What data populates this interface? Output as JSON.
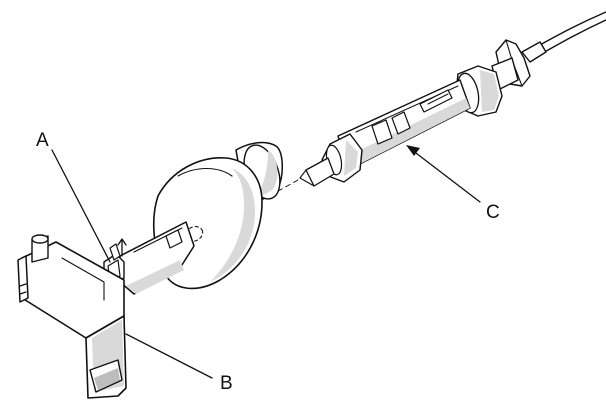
{
  "callouts": {
    "a": "A",
    "b": "B",
    "c": "C"
  },
  "colors": {
    "ink": "#111111",
    "shade": "#d9d9d9",
    "background": "#ffffff"
  }
}
